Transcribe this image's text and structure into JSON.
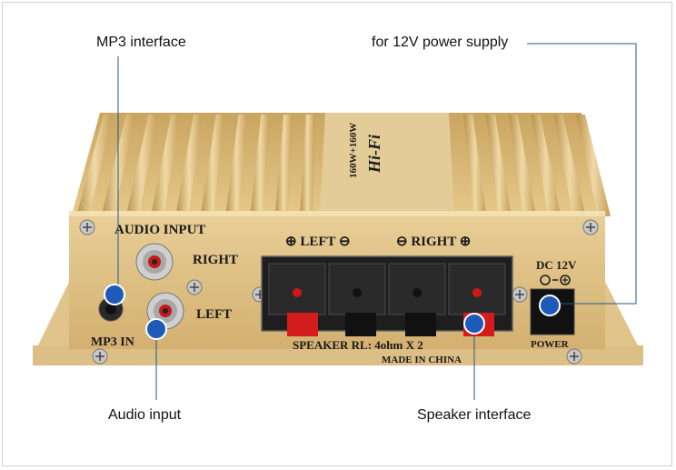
{
  "callouts": {
    "mp3_interface": "MP3 interface",
    "power_supply": "for 12V power supply",
    "audio_input": "Audio input",
    "speaker_interface": "Speaker interface"
  },
  "panel": {
    "audio_input_title": "AUDIO INPUT",
    "right": "RIGHT",
    "left": "LEFT",
    "mp3_in": "MP3  IN",
    "speaker_header_left": "⊕ LEFT ⊖",
    "speaker_header_right": "⊖ RIGHT ⊕",
    "speaker_rl": "SPEAKER   RL:  4ohm X 2",
    "made_in": "MADE IN CHINA",
    "dc": "DC  12V",
    "power": "POWER",
    "top_label_1": "Hi-Fi",
    "top_label_2": "160W+160W"
  },
  "colors": {
    "gold": "#d8b46a",
    "marker_blue": "#1e5bb8",
    "leader_line": "#1c5a8c"
  }
}
